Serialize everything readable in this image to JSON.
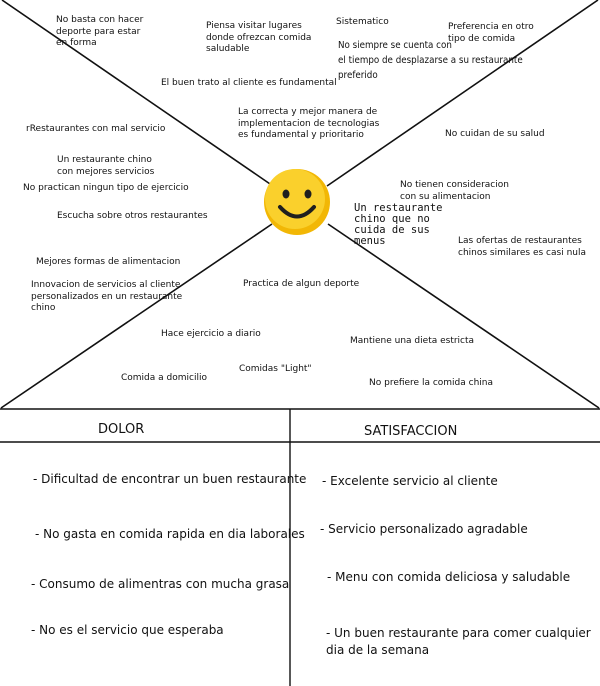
{
  "colors": {
    "face_fill": "#FAD02C",
    "face_shadow": "#F2B705",
    "feature": "#1F1F1F",
    "line": "#111111",
    "background": "#FFFFFF"
  },
  "face_icon": "smiling-face-icon",
  "notes": [
    {
      "id": "no-basta",
      "text": "No basta con hacer\ndeporte para estar\nen forma"
    },
    {
      "id": "piensa-visitar",
      "text": "Piensa visitar lugares\ndonde ofrezcan comida\nsaludable"
    },
    {
      "id": "sistematico",
      "text": "Sistematico"
    },
    {
      "id": "preferencia",
      "text": "Preferencia en otro\ntipo de comida"
    },
    {
      "id": "no-siempre",
      "text": "No siempre se cuenta con\nel tiempo de desplazarse a su restaurante\npreferido"
    },
    {
      "id": "buen-trato",
      "text": "El buen trato al cliente es fundamental"
    },
    {
      "id": "correcta-manera",
      "text": "La correcta y mejor manera de\nimplementacion de tecnologias\nes fundamental y prioritario"
    },
    {
      "id": "restaurantes-mal",
      "text": "rRestaurantes con mal servicio"
    },
    {
      "id": "no-cuidan",
      "text": "No cuidan de su salud"
    },
    {
      "id": "chino-mejores",
      "text": "Un restaurante chino\ncon mejores servicios"
    },
    {
      "id": "no-practican",
      "text": "No practican ningun tipo de ejercicio"
    },
    {
      "id": "no-consideracion",
      "text": "No tienen consideracion\ncon su alimentacion"
    },
    {
      "id": "chino-no-cuida",
      "text": "Un restaurante\nchino que no\ncuida de sus\nmenus"
    },
    {
      "id": "escucha",
      "text": "Escucha sobre otros restaurantes"
    },
    {
      "id": "ofertas",
      "text": "Las ofertas de restaurantes\nchinos similares es casi nula"
    },
    {
      "id": "mejores-formas",
      "text": "Mejores formas de alimentacion"
    },
    {
      "id": "innovacion",
      "text": "Innovacion de servicios al cliente\npersonalizados en un restaurante\nchino"
    },
    {
      "id": "practica-deporte",
      "text": "Practica de algun deporte"
    },
    {
      "id": "hace-ejercicio",
      "text": "Hace ejercicio a diario"
    },
    {
      "id": "dieta-estricta",
      "text": "Mantiene una dieta estricta"
    },
    {
      "id": "comidas-light",
      "text": "Comidas \"Light\""
    },
    {
      "id": "comida-domicilio",
      "text": "Comida a domicilio"
    },
    {
      "id": "no-prefiere",
      "text": "No prefiere la comida china"
    }
  ],
  "dolor": {
    "title": "DOLOR",
    "items": [
      "- Dificultad de encontrar un buen restaurante",
      "- No gasta en comida rapida en dia laborales",
      "- Consumo de alimentras con mucha grasa",
      "- No es el servicio que esperaba"
    ]
  },
  "satisfaccion": {
    "title": "SATISFACCION",
    "items": [
      "- Excelente servicio al cliente",
      "- Servicio personalizado agradable",
      "- Menu con comida deliciosa y saludable",
      "- Un buen restaurante para comer cualquier\ndia de la semana"
    ]
  }
}
